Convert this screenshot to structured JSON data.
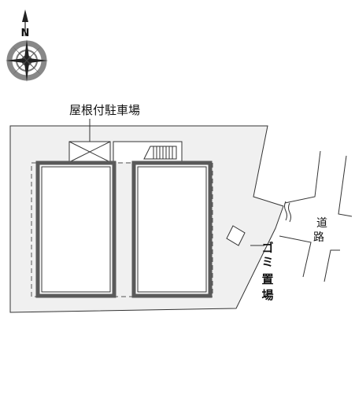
{
  "compass": {
    "north_label": "N"
  },
  "labels": {
    "roof_parking": "屋根付駐車場",
    "garbage": [
      "ゴ",
      "ミ",
      "置",
      "場"
    ],
    "road": [
      "道",
      "路"
    ]
  },
  "colors": {
    "site_fill": "#f0f0f0",
    "outline": "#333333",
    "building_wall": "#5a5a5a",
    "compass_ring": "#888888"
  }
}
